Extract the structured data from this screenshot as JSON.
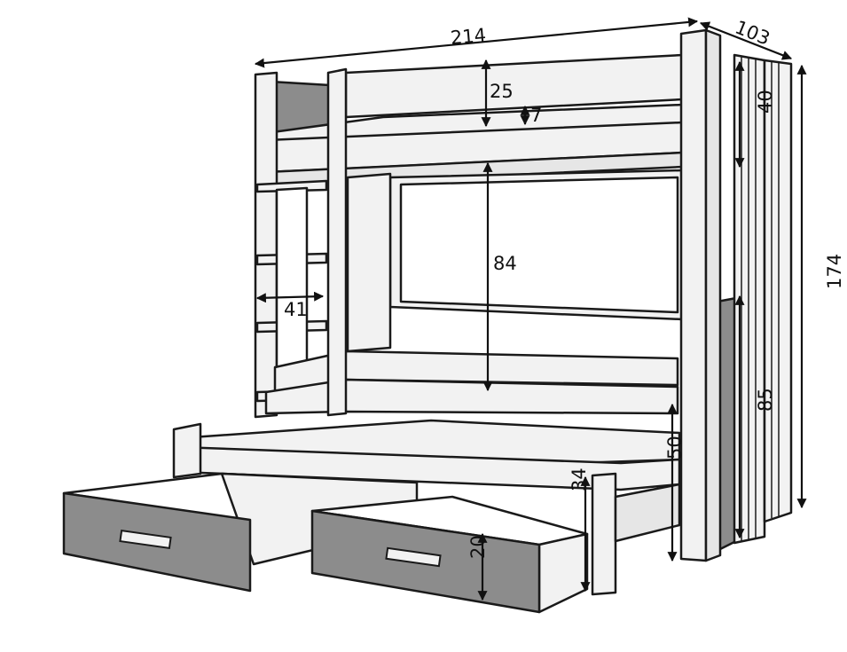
{
  "colors": {
    "panel_white": "#f2f2f2",
    "panel_light": "#e6e6e6",
    "panel_grey": "#8c8c8c",
    "outline": "#1a1a1a"
  },
  "dimensions": {
    "total_width": "214",
    "total_depth": "103",
    "top_guard_height": "25",
    "top_mattress_gap": "7",
    "rail_height": "40",
    "total_height": "174",
    "middle_clearance": "84",
    "ladder_width": "41",
    "lower_height": "85",
    "trundle_height": "50",
    "trundle_post_height": "34",
    "drawer_height": "20"
  }
}
